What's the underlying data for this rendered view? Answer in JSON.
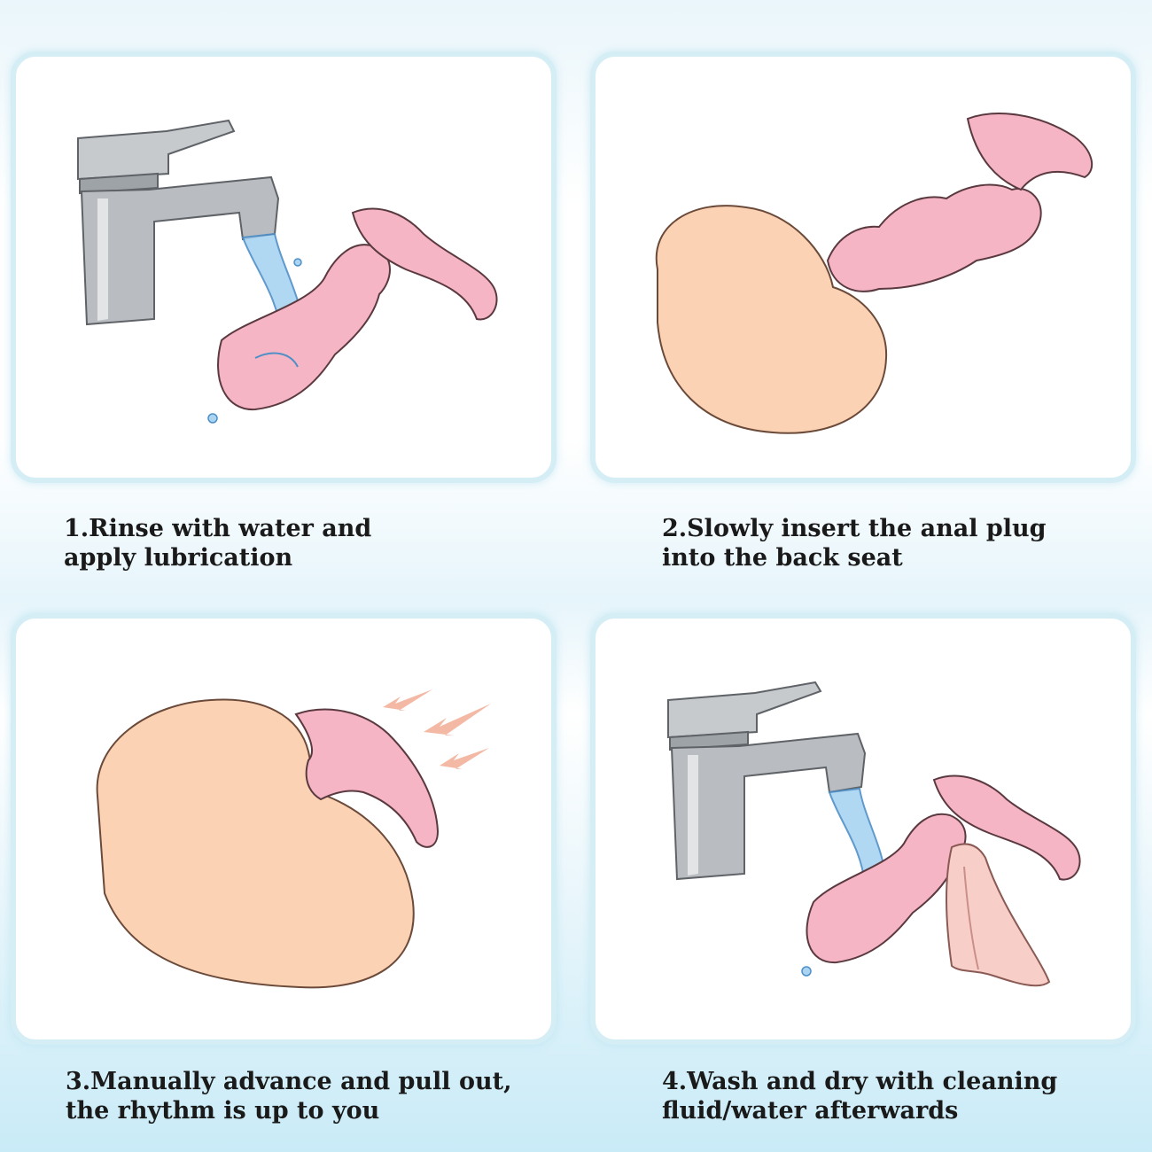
{
  "steps": [
    {
      "line1": "1.Rinse with water and",
      "line2": "apply lubrication",
      "icons": [
        "faucet-icon",
        "water-stream-icon",
        "beaded-plug-icon"
      ]
    },
    {
      "line1": "2.Slowly insert the anal plug",
      "line2": "into the back seat",
      "icons": [
        "buttocks-icon",
        "beaded-plug-icon"
      ]
    },
    {
      "line1": "3.Manually advance and pull out,",
      "line2": "the rhythm is up to you",
      "icons": [
        "buttocks-icon",
        "plug-base-icon",
        "motion-arrows-icon"
      ]
    },
    {
      "line1": "4.Wash and dry with cleaning",
      "line2": "fluid/water afterwards",
      "icons": [
        "faucet-icon",
        "water-stream-icon",
        "beaded-plug-icon",
        "cloth-icon"
      ]
    }
  ],
  "colors": {
    "panel_border": "#d5eef6",
    "plug_pink": "#f6b5c4",
    "skin": "#fbd3b4",
    "metal": "#b9bdc1",
    "water": "#a9d4f2"
  }
}
